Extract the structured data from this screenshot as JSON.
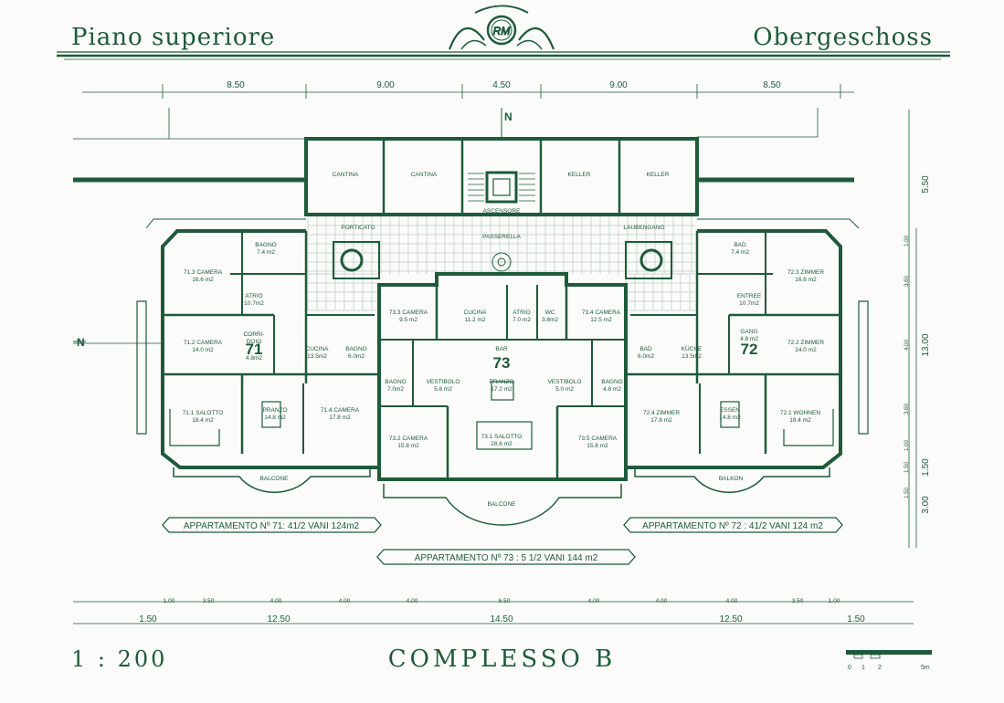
{
  "titles": {
    "left": "Piano superiore",
    "right": "Obergeschoss",
    "scale": "1 : 200",
    "complex": "COMPLESSO B",
    "monogram": "RM"
  },
  "dims_top": [
    "8.50",
    "9.00",
    "4.50",
    "9.00",
    "8.50"
  ],
  "dims_right": [
    "5.50",
    "1.00",
    "3.60",
    "4.00",
    "13.00",
    "3.60",
    "1.00",
    "1.50",
    "1.50",
    "1.50",
    "3.00"
  ],
  "dims_bottom_small": [
    "1.00",
    "3.50",
    "4.00",
    "4.00",
    "4.00",
    "6.50",
    "4.00",
    "4.00",
    "4.00",
    "3.50",
    "1.00"
  ],
  "dims_bottom_large": [
    "1.50",
    "12.50",
    "14.50",
    "12.50",
    "1.50"
  ],
  "scalebar": [
    "0",
    "1",
    "2",
    "5m"
  ],
  "north": "N",
  "rooms": [
    {
      "label": "CANTINA"
    },
    {
      "label": "CANTINA"
    },
    {
      "label": "KELLER"
    },
    {
      "label": "KELLER"
    },
    {
      "label": "ASCENSORE"
    },
    {
      "label": "PORTICATO"
    },
    {
      "label": "PASSERELLA"
    },
    {
      "label": "LAUBENGANG"
    },
    {
      "label": "71.3 CAMERA",
      "area": "16.6 m2"
    },
    {
      "label": "BAGNO",
      "area": "7.4 m2"
    },
    {
      "label": "ATRIO",
      "area": "10.7m2"
    },
    {
      "label": "71.2 CAMERA",
      "area": "14.0 m2"
    },
    {
      "label": "CORRI-",
      "area": "DOIO"
    },
    {
      "label": "4.8m2"
    },
    {
      "label": "CUCINA",
      "area": "13.5m2"
    },
    {
      "label": "BAGNO",
      "area": "6.0m2"
    },
    {
      "label": "71.1 SALOTTO",
      "area": "18.4 m2"
    },
    {
      "label": "PRANZO",
      "area": "14.8 m2"
    },
    {
      "label": "71.4 CAMERA",
      "area": "17.8 m2"
    },
    {
      "label": "73.3 CAMERA",
      "area": "9.5 m2"
    },
    {
      "label": "CUCINA",
      "area": "11.2 m2"
    },
    {
      "label": "ATRIO",
      "area": "7.0 m2"
    },
    {
      "label": "WC",
      "area": "3.8m2"
    },
    {
      "label": "73.4 CAMERA",
      "area": "12.5 m2"
    },
    {
      "label": "BAR"
    },
    {
      "label": "BAGNO",
      "area": "7.0m2"
    },
    {
      "label": "VESTIBOLO",
      "area": "5.8 m2"
    },
    {
      "label": "PRANZO",
      "area": "17.2 m2"
    },
    {
      "label": "VESTIBOLO",
      "area": "5.0 m2"
    },
    {
      "label": "BAGNO",
      "area": "4.8 m2"
    },
    {
      "label": "73.2 CAMERA",
      "area": "15.8 m2"
    },
    {
      "label": "73.1 SALOTTO",
      "area": "28.6 m2"
    },
    {
      "label": "73.5 CAMERA",
      "area": "15.8 m2"
    },
    {
      "label": "BAD",
      "area": "7.4 m2"
    },
    {
      "label": "72.3 ZIMMER",
      "area": "16.6 m2"
    },
    {
      "label": "ENTREE",
      "area": "10.7m2"
    },
    {
      "label": "GANG",
      "area": "4.8 m2"
    },
    {
      "label": "72.2 ZIMMER",
      "area": "14.0 m2"
    },
    {
      "label": "BAD",
      "area": "6.0m2"
    },
    {
      "label": "KÜCHE",
      "area": "13.5m2"
    },
    {
      "label": "72.4 ZIMMER",
      "area": "17.8 m2"
    },
    {
      "label": "ESSEN",
      "area": "14.8 m2"
    },
    {
      "label": "72.1 WOHNEN",
      "area": "18.4 m2"
    },
    {
      "label": "BALCONE"
    },
    {
      "label": "BALCONE"
    },
    {
      "label": "BALKON"
    }
  ],
  "unit_numbers": [
    "71",
    "73",
    "72"
  ],
  "legends": [
    "APPARTAMENTO Nº 71:  41/2 VANI 124m2",
    "APPARTAMENTO Nº 72 : 41/2 VANI  124 m2",
    "APPARTAMENTO  Nº 73 :    5 1/2 VANI 144 m2"
  ],
  "colors": {
    "ink": "#1f5a3a",
    "paper": "#fbfcf9",
    "grid": "#b9ccbf"
  }
}
